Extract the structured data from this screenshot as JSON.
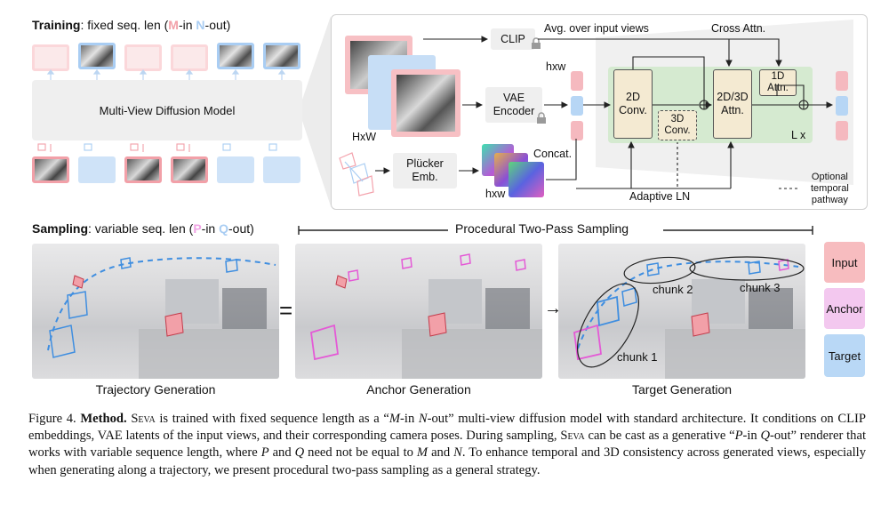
{
  "training": {
    "title_bold": "Training",
    "title_rest": ": fixed seq. len (",
    "m": "M",
    "mid": "-in ",
    "n": "N",
    "end": "-out)",
    "diffusion_model": "Multi-View Diffusion Model"
  },
  "arch": {
    "clip": "CLIP",
    "avg": "Avg. over input views",
    "cross_attn": "Cross Attn.",
    "hxw_small": "hxw",
    "hxw_big": "HxW",
    "vae": "VAE\nEncoder",
    "plucker": "Plücker\nEmb.",
    "concat": "Concat.",
    "hxw_bottom": "hxw",
    "adaptive_ln": "Adaptive LN",
    "conv2d": "2D\nConv.",
    "conv3d": "3D\nConv.",
    "attn2d3d": "2D/3D\nAttn.",
    "attn1d": "1D\nAttn.",
    "lx": "L x",
    "optional": "Optional\ntemporal\npathway"
  },
  "sampling": {
    "title_bold": "Sampling",
    "title_rest": ": variable seq. len (",
    "p": "P",
    "mid": "-in ",
    "q": "Q",
    "end": "-out)",
    "two_pass": "Procedural Two-Pass Sampling",
    "equals": "=",
    "arrow": "→",
    "chunk1": "chunk 1",
    "chunk2": "chunk 2",
    "chunk3": "chunk 3",
    "labels": [
      "Trajectory Generation",
      "Anchor Generation",
      "Target Generation"
    ]
  },
  "legend": [
    {
      "label": "Input",
      "color": "#f7bcbf"
    },
    {
      "label": "Anchor",
      "color": "#f3c8ef"
    },
    {
      "label": "Target",
      "color": "#b9d8f6"
    }
  ],
  "caption": {
    "fig": "Figure 4.",
    "bold": "Method.",
    "seva": "Seva",
    "p1": " is trained with fixed sequence length as a “",
    "m_in": "M",
    "p2": "-in ",
    "n_out": "N",
    "p3": "-out” multi-view diffusion model with standard architecture. It conditions on CLIP embeddings, VAE latents of the input views, and their corresponding camera poses. During sampling, ",
    "seva2": "Seva",
    "p4": " can be cast as a generative “",
    "p_in": "P",
    "p5": "-in ",
    "q_out": "Q",
    "p6": "-out” renderer that works with variable sequence length, where ",
    "pv": "P",
    "p7": " and ",
    "qv": "Q",
    "p8": " need not be equal to ",
    "mv": "M",
    "p9": " and ",
    "nv": "N",
    "p10": ". To enhance temporal and 3D consistency across generated views, especially when generating along a trajectory, we present procedural two-pass sampling as a general strategy."
  }
}
